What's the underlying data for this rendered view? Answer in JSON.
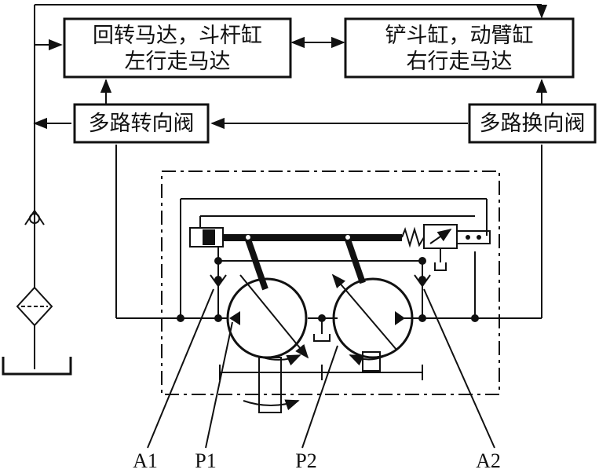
{
  "diagram": {
    "boxes": {
      "left_actuators": {
        "line1": "回转马达，斗杆缸",
        "line2": "左行走马达"
      },
      "right_actuators": {
        "line1": "铲斗缸，动臂缸",
        "line2": "右行走马达"
      },
      "left_valve": {
        "label": "多路转向阀"
      },
      "right_valve": {
        "label": "多路换向阀"
      }
    },
    "callouts": [
      "A1",
      "P1",
      "P2",
      "A2"
    ],
    "icons": [
      "check-valve-icon",
      "filter-icon",
      "tank-icon",
      "pump-icon",
      "spring-icon",
      "drain-icon",
      "shaft-icon"
    ]
  }
}
